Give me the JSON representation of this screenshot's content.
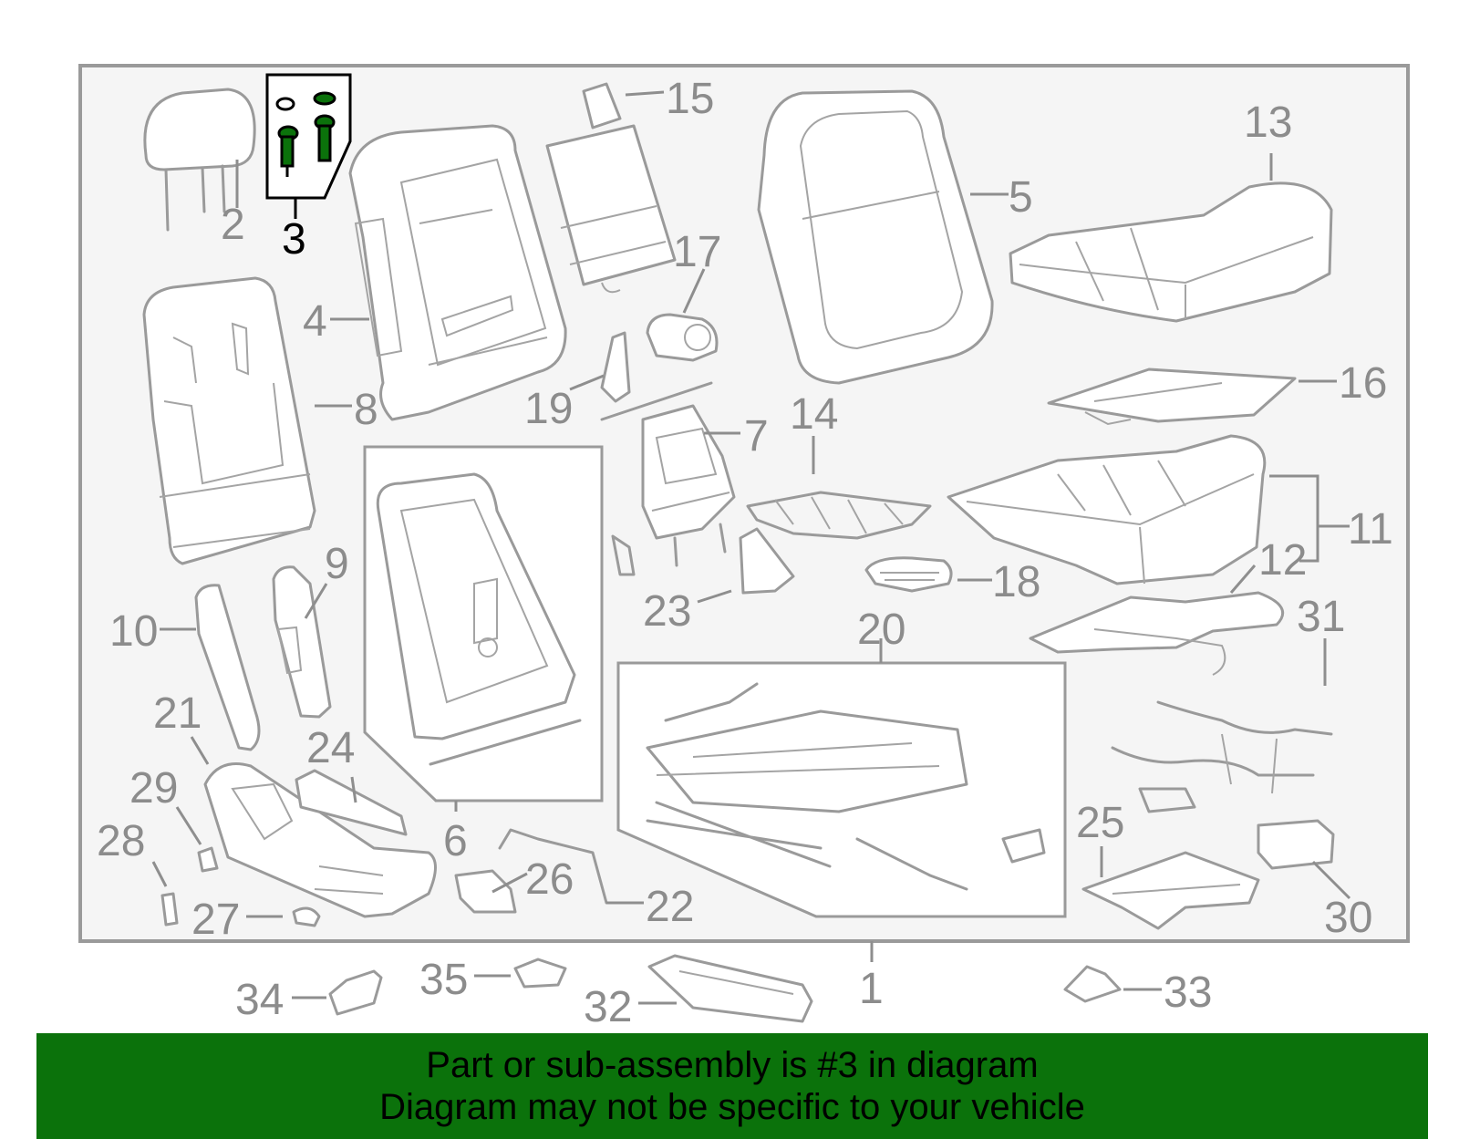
{
  "diagram": {
    "highlighted_part": "3",
    "callouts": [
      "1",
      "2",
      "3",
      "4",
      "5",
      "6",
      "7",
      "8",
      "9",
      "10",
      "11",
      "12",
      "13",
      "14",
      "15",
      "16",
      "17",
      "18",
      "19",
      "20",
      "21",
      "22",
      "23",
      "24",
      "25",
      "26",
      "27",
      "28",
      "29",
      "30",
      "31",
      "32",
      "33",
      "34",
      "35"
    ]
  },
  "banner": {
    "line1": "Part or sub-assembly is #3 in diagram",
    "line2": "Diagram may not be specific to your vehicle",
    "background_color": "#0b720b"
  },
  "colors": {
    "line_art": "#9a9a9a",
    "highlight_part": "#0b720b",
    "highlight_frame": "#000000"
  }
}
